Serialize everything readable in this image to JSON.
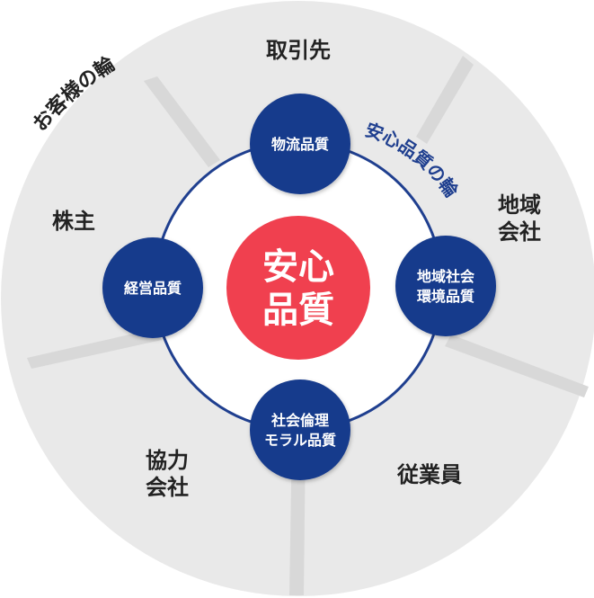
{
  "outer_ring": {
    "curved_label": "お客様の輪",
    "segments": [
      {
        "lines": [
          "取引先"
        ]
      },
      {
        "lines": [
          "地域",
          "会社"
        ]
      },
      {
        "lines": [
          "従業員"
        ]
      },
      {
        "lines": [
          "協力",
          "会社"
        ]
      },
      {
        "lines": [
          "株主"
        ]
      }
    ]
  },
  "inner_ring": {
    "curved_label": "安心品質の輪"
  },
  "center": {
    "lines": [
      "安心",
      "品質"
    ]
  },
  "nodes": [
    {
      "lines": [
        "物流品質"
      ]
    },
    {
      "lines": [
        "地域社会",
        "環境品質"
      ]
    },
    {
      "lines": [
        "社会倫理",
        "モラル品質"
      ]
    },
    {
      "lines": [
        "経営品質"
      ]
    }
  ],
  "colors": {
    "outer_fill": "#e9e9e9",
    "inner_fill": "#ffffff",
    "ring_stroke": "#1f3f8f",
    "node_fill": "#173a8c",
    "center_fill": "#f0404f",
    "label_text": "#222222",
    "node_text": "#ffffff",
    "inner_label_text": "#1f3f8f"
  }
}
